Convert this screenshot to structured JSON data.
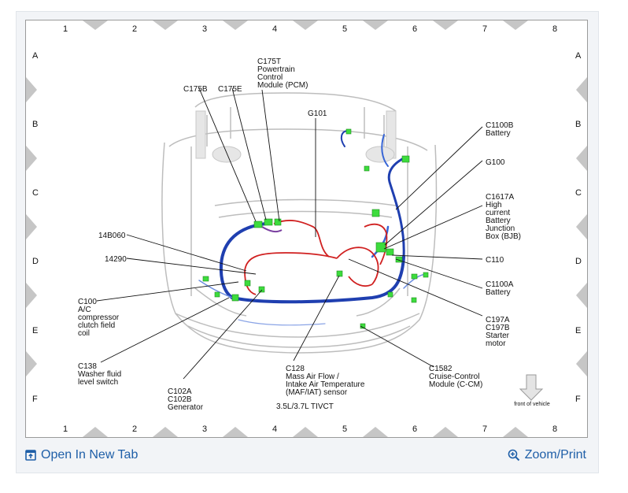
{
  "diagram": {
    "columns": [
      "1",
      "2",
      "3",
      "4",
      "5",
      "6",
      "7",
      "8"
    ],
    "rows": [
      "A",
      "B",
      "C",
      "D",
      "E",
      "F"
    ],
    "callouts": [
      {
        "id": "c175t",
        "lines": [
          "C175T",
          "Powertrain",
          "Control",
          "Module (PCM)"
        ]
      },
      {
        "id": "c175b",
        "lines": [
          "C175B"
        ]
      },
      {
        "id": "c175e",
        "lines": [
          "C175E"
        ]
      },
      {
        "id": "g101",
        "lines": [
          "G101"
        ]
      },
      {
        "id": "c1100b",
        "lines": [
          "C1100B",
          "Battery"
        ]
      },
      {
        "id": "g100",
        "lines": [
          "G100"
        ]
      },
      {
        "id": "c1617a",
        "lines": [
          "C1617A",
          "High",
          "current",
          "Battery",
          "Junction",
          "Box (BJB)"
        ]
      },
      {
        "id": "n14b060",
        "lines": [
          "14B060"
        ]
      },
      {
        "id": "n14290",
        "lines": [
          "14290"
        ]
      },
      {
        "id": "c110",
        "lines": [
          "C110"
        ]
      },
      {
        "id": "c1100a",
        "lines": [
          "C1100A",
          "Battery"
        ]
      },
      {
        "id": "c100",
        "lines": [
          "C100",
          "A/C",
          "compressor",
          "clutch field",
          "coil"
        ]
      },
      {
        "id": "c197",
        "lines": [
          "C197A",
          "C197B",
          "Starter",
          "motor"
        ]
      },
      {
        "id": "c138",
        "lines": [
          "C138",
          "Washer fluid",
          "level switch"
        ]
      },
      {
        "id": "c128",
        "lines": [
          "C128",
          "Mass Air Flow /",
          "Intake Air Temperature",
          "(MAF/IAT) sensor"
        ]
      },
      {
        "id": "c1582",
        "lines": [
          "C1582",
          "Cruise-Control",
          "Module (C-CM)"
        ]
      },
      {
        "id": "c102",
        "lines": [
          "C102A",
          "C102B",
          "Generator"
        ]
      }
    ],
    "engine_label": "3.5L/3.7L TIVCT",
    "front_label": "front of vehicle"
  },
  "footer": {
    "open_label": "Open In New Tab",
    "zoom_label": "Zoom/Print"
  },
  "colors": {
    "link": "#1f5fa8",
    "connector": "#3ddc3d",
    "harness_blue": "#1f3fb0",
    "harness_red": "#d02020"
  }
}
